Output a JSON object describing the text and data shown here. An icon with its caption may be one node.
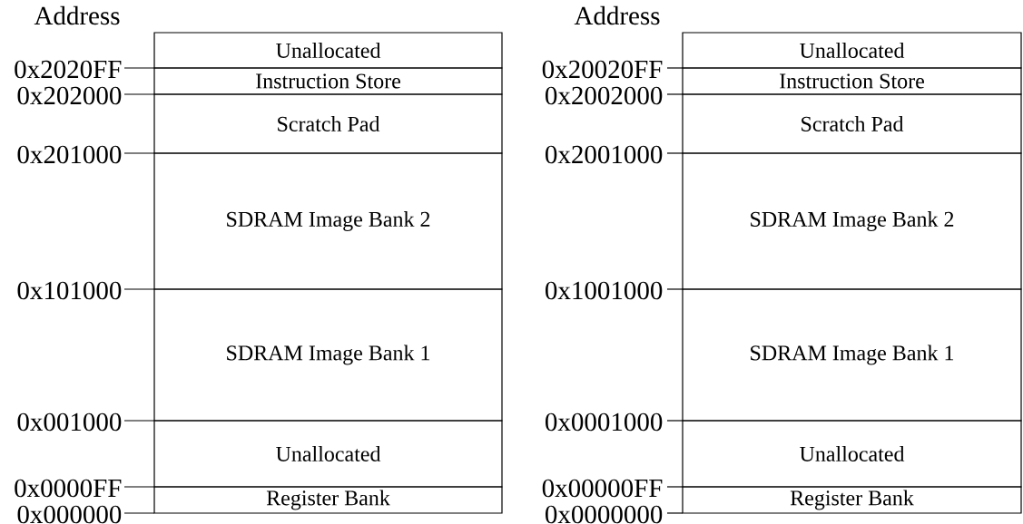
{
  "diagram": {
    "nodes": [
      {
        "text": [
          "Unallocated"
        ]
      },
      {
        "text": [
          "Instruction Store"
        ]
      },
      {
        "text": [
          "Scratch Pad"
        ]
      },
      {
        "text": [
          "SDRAM Image Bank 2"
        ]
      },
      {
        "text": [
          "SDRAM Image Bank 1"
        ]
      },
      {
        "text": [
          "Unallocated"
        ]
      },
      {
        "text": [
          "Register Bank"
        ]
      },
      {
        "text": [
          "Unallocated"
        ]
      },
      {
        "text": [
          "Instruction Store"
        ]
      },
      {
        "text": [
          "Scratch Pad"
        ]
      },
      {
        "text": [
          "SDRAM Image Bank 2"
        ]
      },
      {
        "text": [
          "SDRAM Image Bank 1"
        ]
      },
      {
        "text": [
          "Unallocated"
        ]
      },
      {
        "text": [
          "Register Bank"
        ]
      }
    ],
    "labels": [
      "Address",
      "0x2020FF",
      "0x202000",
      "0x201000",
      "0x101000",
      "0x001000",
      "0x0000FF",
      "0x000000",
      "Address",
      "0x20020FF",
      "0x2002000",
      "0x2001000",
      "0x1001000",
      "0x0001000",
      "0x00000FF",
      "0x0000000"
    ]
  }
}
